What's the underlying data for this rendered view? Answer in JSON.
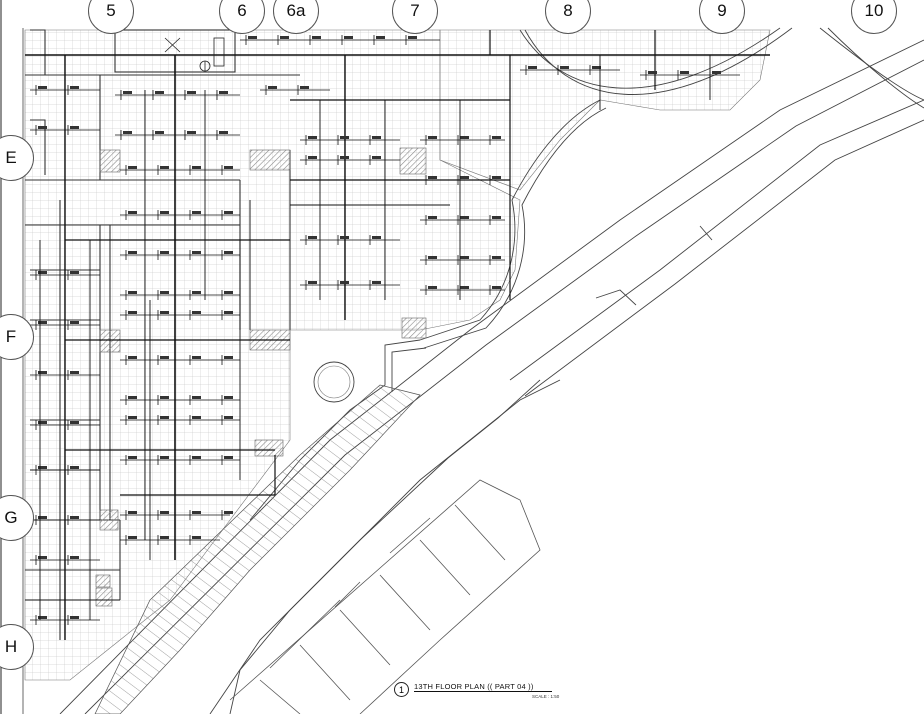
{
  "grid_columns": [
    "5",
    "6",
    "6a",
    "7",
    "8",
    "9",
    "10"
  ],
  "grid_rows": [
    "E",
    "F",
    "G",
    "H"
  ],
  "title_block": {
    "number": "1",
    "title": "13TH FLOOR PLAN (( PART 04 ))",
    "scale": "SCALE : 1:50"
  },
  "colors": {
    "line": "#222222",
    "hatch": "#9a9a9a",
    "paper": "#ffffff"
  }
}
